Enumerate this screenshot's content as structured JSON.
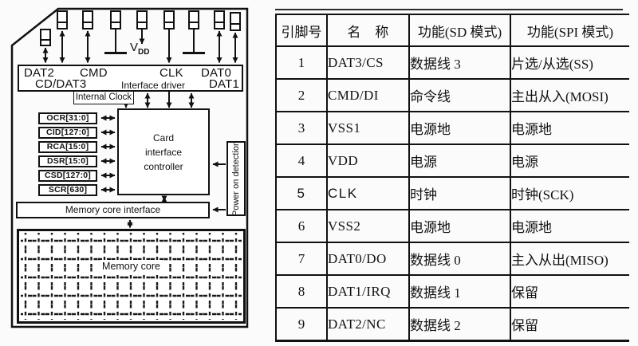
{
  "diagram": {
    "driver_label": "Interface driver",
    "pins_row": {
      "dat2": "DAT2",
      "cd_dat3": "CD/DAT3",
      "cmd": "CMD",
      "clk": "CLK",
      "dat0": "DAT0",
      "dat1": "DAT1"
    },
    "vdd": {
      "main": "V",
      "sub": "DD"
    },
    "internal_clock": "Internal Clock",
    "registers": [
      "OCR[31:0]",
      "CID[127:0]",
      "RCA[15:0]",
      "DSR[15:0]",
      "CSD[127:0]",
      "SCR[630]"
    ],
    "controller_lines": [
      "Card",
      "interface",
      "controller"
    ],
    "power_on_detection": "Power on detection",
    "memory_core_interface": "Memory core interface",
    "memory_core": "Memory core",
    "line_color": "#111111"
  },
  "table": {
    "headers": [
      "引脚号",
      "名　称",
      "功能(SD 模式)",
      "功能(SPI 模式)"
    ],
    "rows": [
      [
        "1",
        "DAT3/CS",
        "数据线 3",
        "片选/从选(SS)"
      ],
      [
        "2",
        "CMD/DI",
        "命令线",
        "主出从入(MOSI)"
      ],
      [
        "3",
        "VSS1",
        "电源地",
        "电源地"
      ],
      [
        "4",
        "VDD",
        "电源",
        "电源"
      ],
      [
        "5",
        "CLK",
        "时钟",
        "时钟(SCK)"
      ],
      [
        "6",
        "VSS2",
        "电源地",
        "电源地"
      ],
      [
        "7",
        "DAT0/DO",
        "数据线 0",
        "主入从出(MISO)"
      ],
      [
        "8",
        "DAT1/IRQ",
        "数据线 1",
        "保留"
      ],
      [
        "9",
        "DAT2/NC",
        "数据线 2",
        "保留"
      ]
    ]
  }
}
